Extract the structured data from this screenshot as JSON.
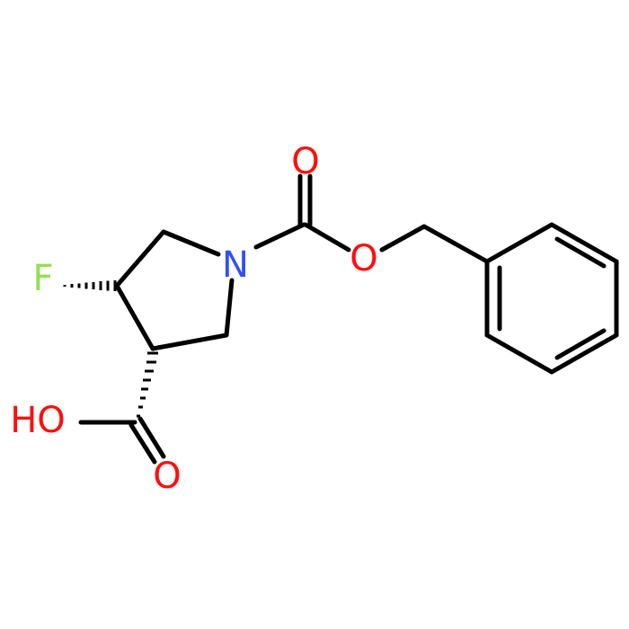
{
  "molecule": {
    "atoms": {
      "O_carbonyl_top": {
        "symbol": "O",
        "color": "#ff0d0d"
      },
      "N_ring": {
        "symbol": "N",
        "color": "#3050f8"
      },
      "O_ester": {
        "symbol": "O",
        "color": "#ff0d0d"
      },
      "F_sub": {
        "symbol": "F",
        "color": "#90e050"
      },
      "OH_acid": {
        "symbol": "HO",
        "color": "#ff0d0d"
      },
      "O_acid_carbonyl": {
        "symbol": "O",
        "color": "#ff0d0d"
      }
    },
    "bond_color": "#000000"
  }
}
